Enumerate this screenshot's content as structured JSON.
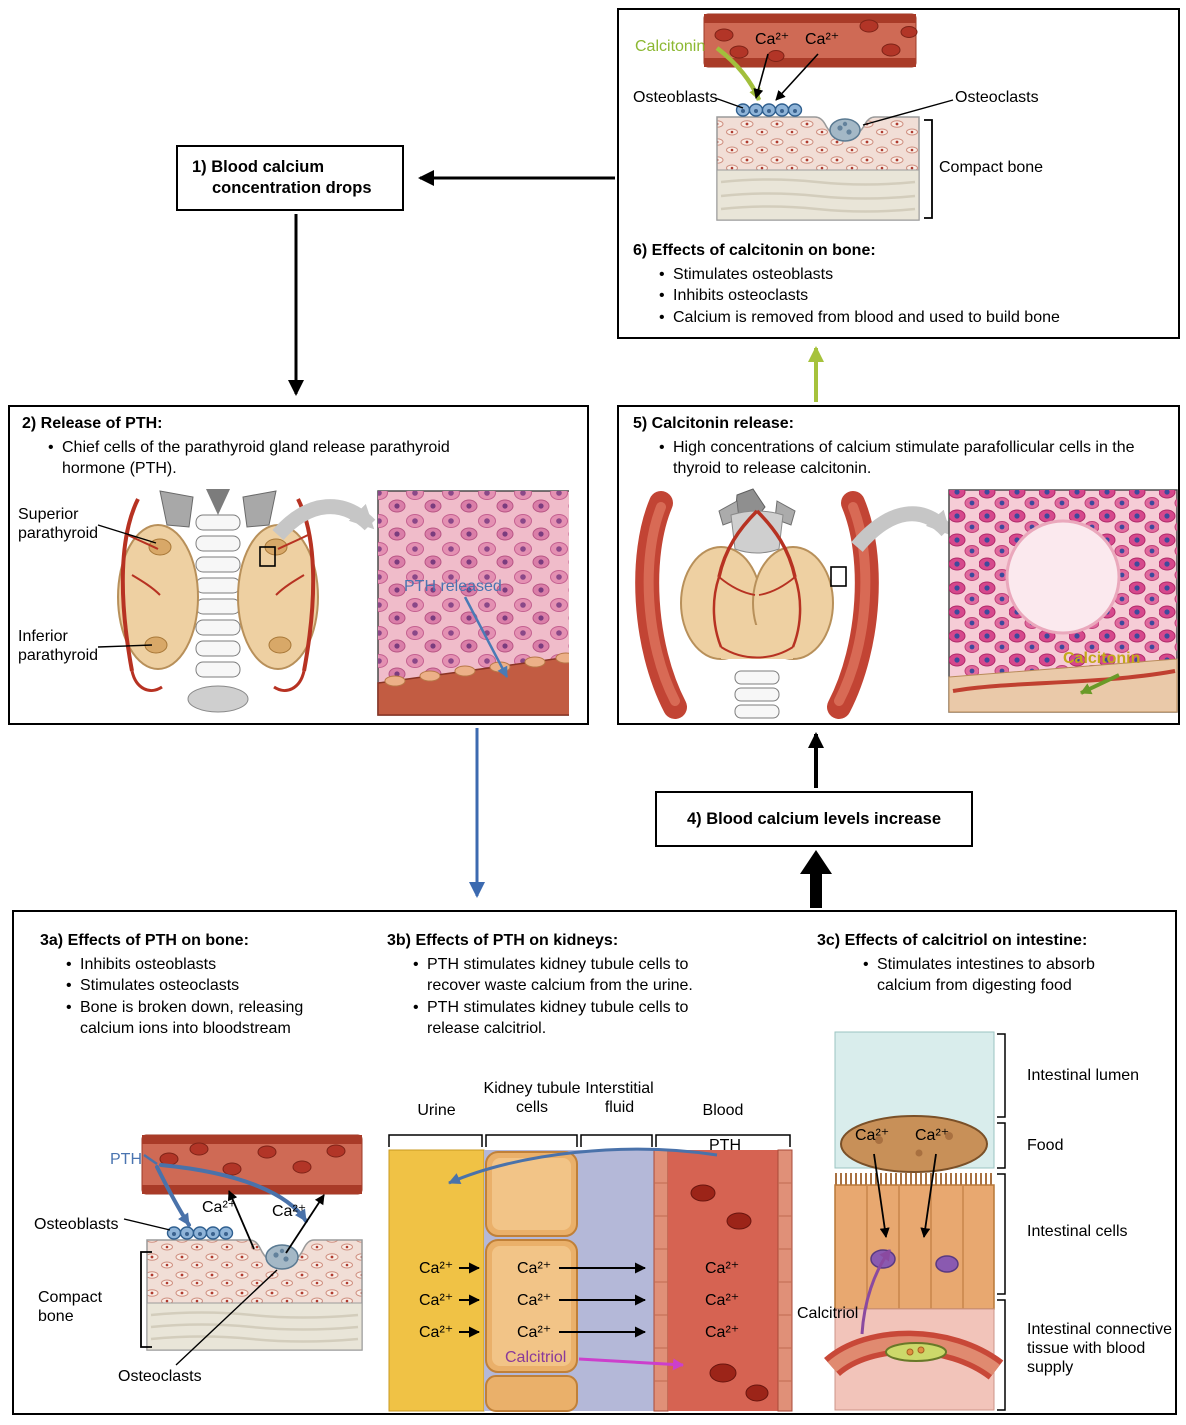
{
  "step1": {
    "label": "1) Blood calcium concentration drops"
  },
  "step2": {
    "title": "2) Release of PTH:",
    "bullet": "Chief cells of the parathyroid gland release parathyroid hormone (PTH).",
    "labels": {
      "superior": "Superior parathyroid",
      "inferior": "Inferior parathyroid",
      "pth_released": "PTH released"
    }
  },
  "step3a": {
    "title": "3a) Effects of PTH on bone:",
    "bullets": [
      "Inhibits osteoblasts",
      "Stimulates osteoclasts",
      "Bone is broken down, releasing calcium ions into bloodstream"
    ],
    "labels": {
      "pth": "PTH",
      "osteoblasts": "Osteoblasts",
      "ca_left": "Ca²⁺",
      "ca_right": "Ca²⁺",
      "compact_bone": "Compact bone",
      "osteoclasts": "Osteoclasts"
    }
  },
  "step3b": {
    "title": "3b) Effects of PTH on kidneys:",
    "bullets": [
      "PTH stimulates kidney tubule cells to recover waste calcium from the urine.",
      "PTH stimulates kidney tubule cells to release calcitriol."
    ],
    "columns": {
      "urine": "Urine",
      "tubule": "Kidney tubule cells",
      "interstitial": "Interstitial fluid",
      "blood": "Blood"
    },
    "labels": {
      "pth": "PTH",
      "calcitriol": "Calcitriol"
    },
    "ca_rows": [
      {
        "urine": "Ca²⁺",
        "tubule": "Ca²⁺",
        "blood": "Ca²⁺"
      },
      {
        "urine": "Ca²⁺",
        "tubule": "Ca²⁺",
        "blood": "Ca²⁺"
      },
      {
        "urine": "Ca²⁺",
        "tubule": "Ca²⁺",
        "blood": "Ca²⁺"
      }
    ]
  },
  "step3c": {
    "title": "3c) Effects of calcitriol on intestine:",
    "bullets": [
      "Stimulates intestines to absorb calcium from digesting food"
    ],
    "labels": {
      "ca1": "Ca²⁺",
      "ca2": "Ca²⁺",
      "lumen": "Intestinal lumen",
      "food": "Food",
      "cells": "Intestinal cells",
      "calcitriol": "Calcitriol",
      "connective": "Intestinal connective tissue with blood supply"
    }
  },
  "step4": {
    "label": "4) Blood calcium levels increase"
  },
  "step5": {
    "title": "5) Calcitonin release:",
    "bullet": "High concentrations of calcium stimulate parafollicular cells in the thyroid to release calcitonin.",
    "labels": {
      "calcitonin": "Calcitonin"
    }
  },
  "step6": {
    "title": "6) Effects of calcitonin on bone:",
    "bullets": [
      "Stimulates osteoblasts",
      "Inhibits osteoclasts",
      "Calcium is removed from blood and used to build bone"
    ],
    "labels": {
      "calcitonin": "Calcitonin",
      "ca1": "Ca²⁺",
      "ca2": "Ca²⁺",
      "osteoblasts": "Osteoblasts",
      "osteoclasts": "Osteoclasts",
      "compact_bone": "Compact bone"
    }
  },
  "colors": {
    "pth_blue": "#4a74b0",
    "calcitonin_green": "#8cb832",
    "calcitriol_purple": "#8a3a9a",
    "micrograph_label_gold": "#c3a91c"
  }
}
